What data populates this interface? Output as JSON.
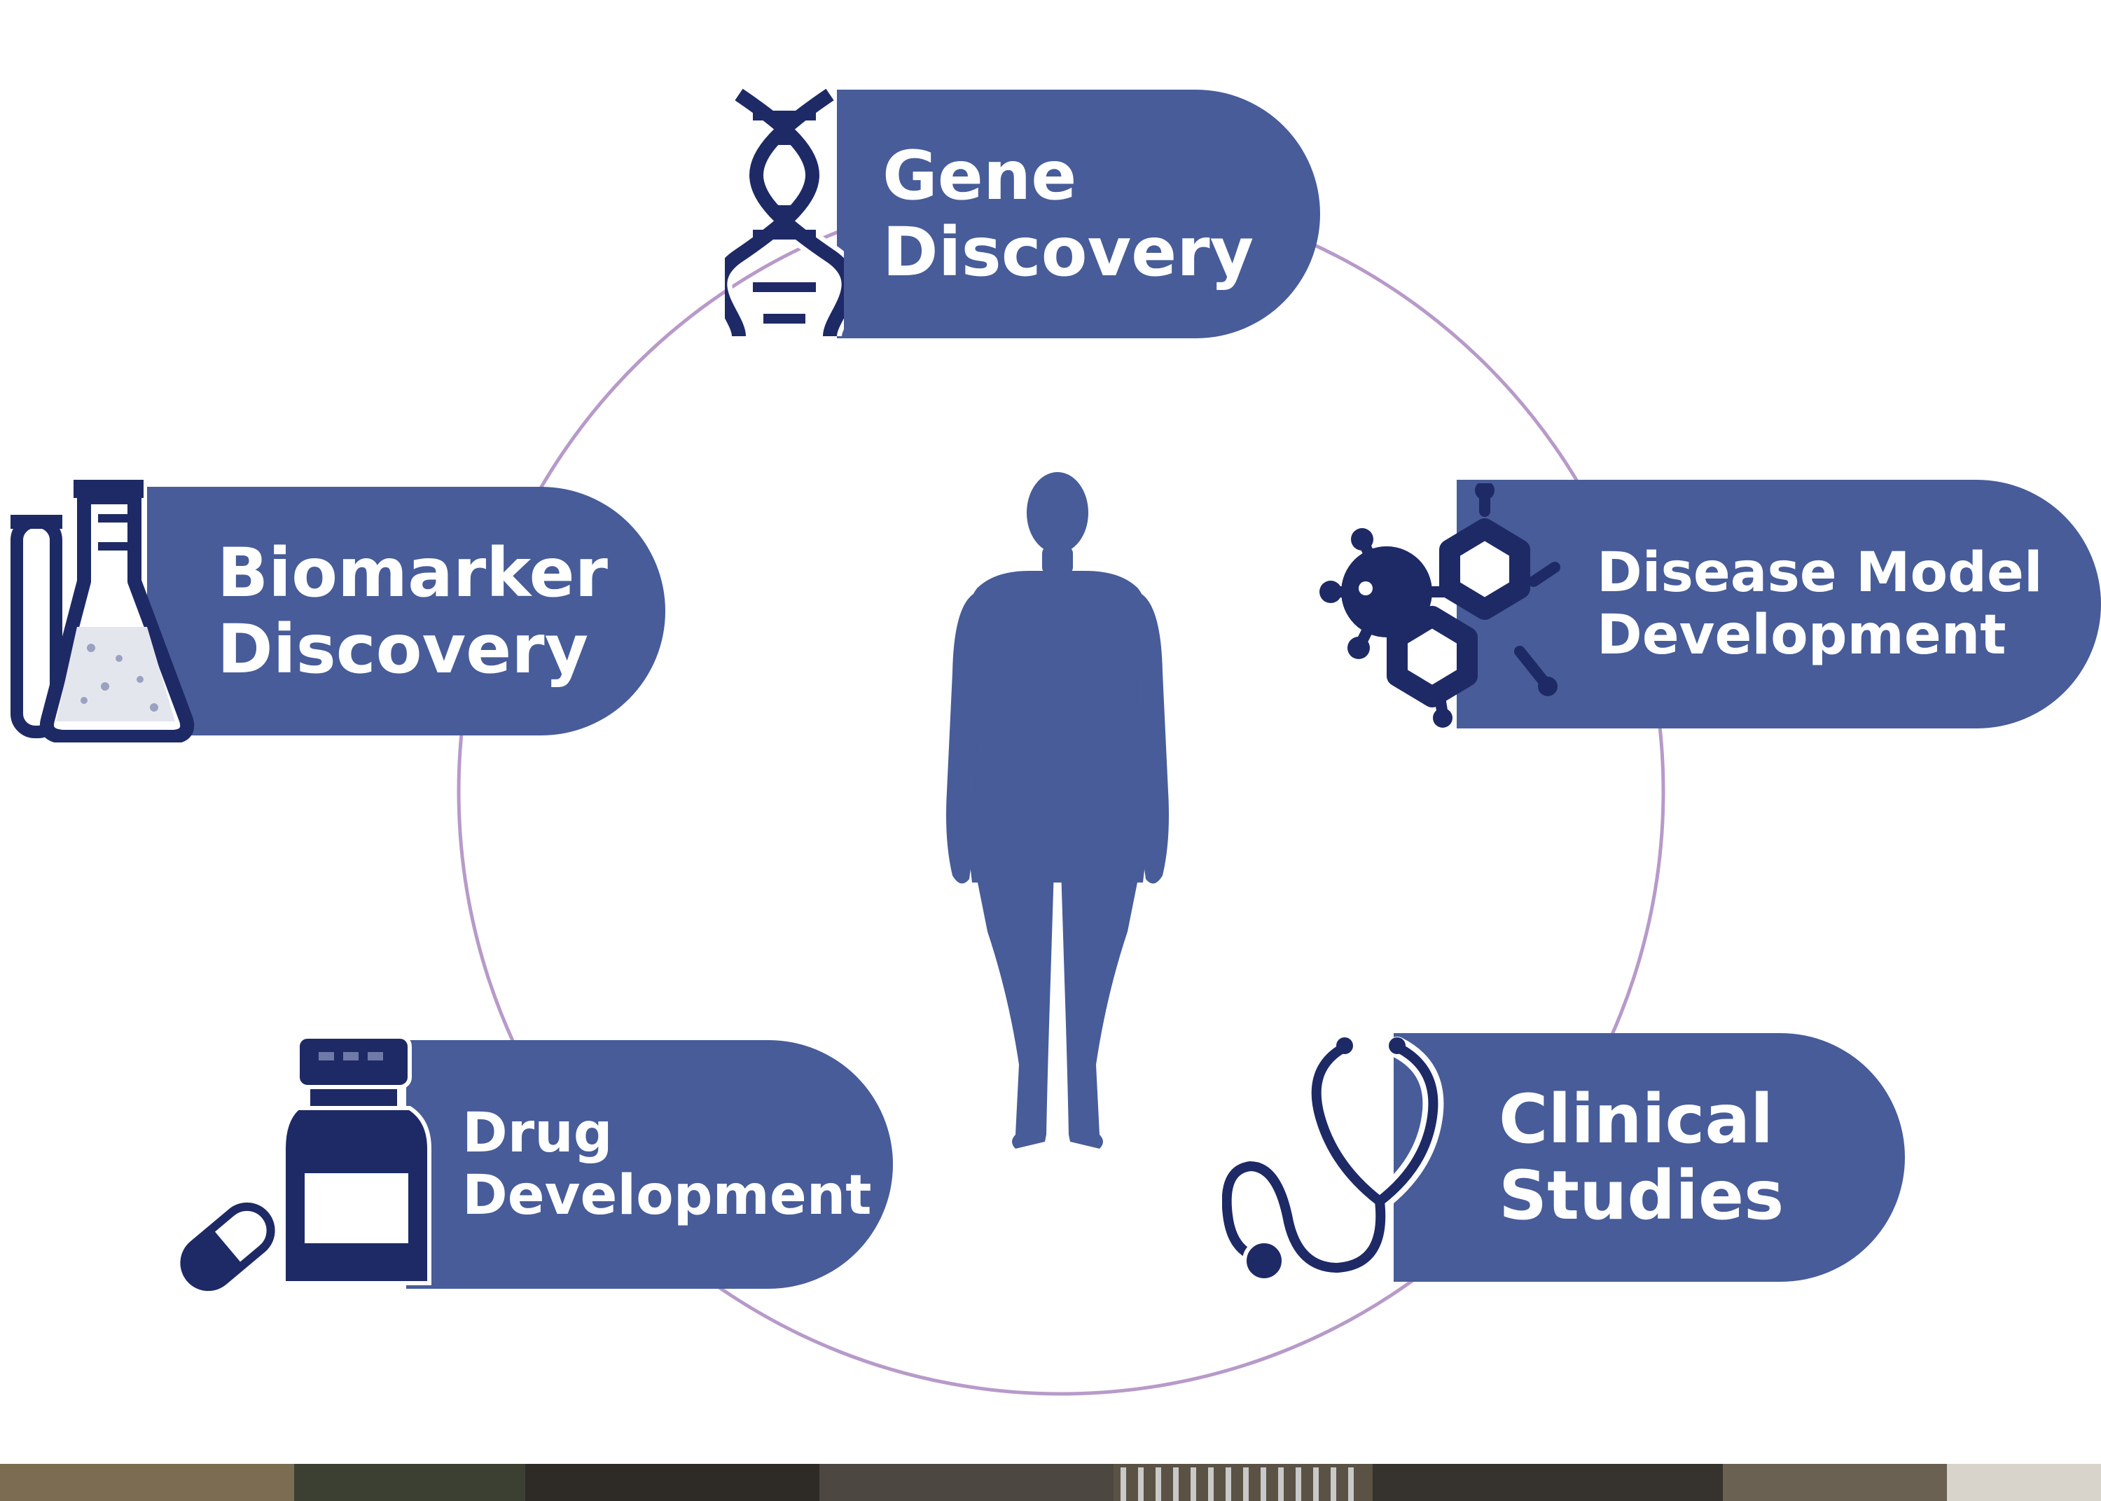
{
  "colors": {
    "pill": "#475c99",
    "icon": "#1e2a66",
    "figure": "#475c99",
    "ring": "#b79ac9",
    "text": "#ffffff"
  },
  "center_figure": {
    "icon": "human-figure-icon"
  },
  "nodes": [
    {
      "id": "gene-discovery",
      "label": "Gene\nDiscovery",
      "icon": "dna-icon"
    },
    {
      "id": "biomarker-discovery",
      "label": "Biomarker\nDiscovery",
      "icon": "lab-flask-icon"
    },
    {
      "id": "disease-model-development",
      "label": "Disease Model\nDevelopment",
      "icon": "molecule-icon"
    },
    {
      "id": "drug-development",
      "label": "Drug\nDevelopment",
      "icon": "medicine-bottle-icon"
    },
    {
      "id": "clinical-studies",
      "label": "Clinical\nStudies",
      "icon": "stethoscope-icon"
    }
  ],
  "edges": [
    {
      "from": "gene-discovery",
      "to": "disease-model-development"
    },
    {
      "from": "disease-model-development",
      "to": "clinical-studies"
    },
    {
      "from": "clinical-studies",
      "to": "drug-development"
    },
    {
      "from": "drug-development",
      "to": "biomarker-discovery"
    },
    {
      "from": "biomarker-discovery",
      "to": "gene-discovery"
    }
  ]
}
